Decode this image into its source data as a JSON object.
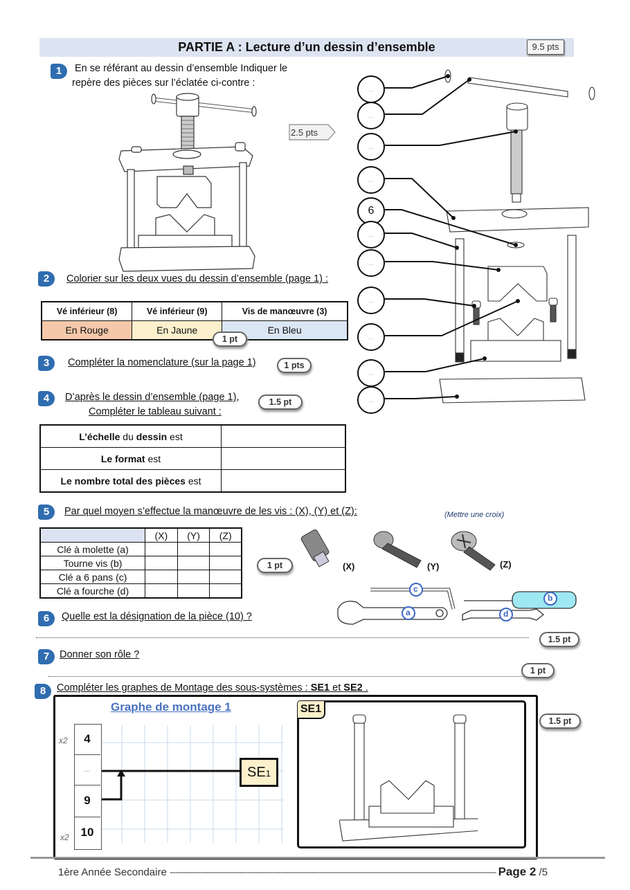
{
  "header": {
    "title": "PARTIE A : Lecture d’un dessin d’ensemble",
    "points": "9.5 pts"
  },
  "q1": {
    "num": "1",
    "text_line1": "En se référant au dessin d’ensemble Indiquer le",
    "text_line2": "repère des pièces sur l’éclatée ci-contre :",
    "points": "2.5 pts",
    "callouts": [
      "...",
      "...",
      "...",
      "...",
      "6",
      "...",
      "...",
      "...",
      "...",
      "...",
      "..."
    ]
  },
  "q2": {
    "num": "2",
    "text": "Colorier sur les deux vues du dessin d’ensemble (page 1) :",
    "points": "1 pt",
    "columns": [
      {
        "header": "Vé inférieur (8)",
        "value": "En Rouge",
        "color": "#f5c8aa"
      },
      {
        "header": "Vé inférieur (9)",
        "value": "En Jaune",
        "color": "#fdf0cc"
      },
      {
        "header": "Vis de manœuvre (3)",
        "value": "En Bleu",
        "color": "#dbe6f4"
      }
    ]
  },
  "q3": {
    "num": "3",
    "text": "Compléter la nomenclature (sur la page 1)",
    "points": "1 pts"
  },
  "q4": {
    "num": "4",
    "text_line1": "D’après le dessin d’ensemble (page 1),",
    "text_line2": "Compléter le tableau suivant :",
    "points": "1.5 pt",
    "rows": [
      {
        "bold": "L’échelle",
        "mid": " du ",
        "bold2": "dessin",
        "rest": " est",
        "value": ""
      },
      {
        "bold": "Le format",
        "mid": "",
        "bold2": "",
        "rest": " est",
        "value": ""
      },
      {
        "bold": "Le nombre total des pièces",
        "mid": "",
        "bold2": "",
        "rest": " est",
        "value": ""
      }
    ]
  },
  "q5": {
    "num": "5",
    "text": "Par quel moyen s’effectue la manœuvre de les vis : (X), (Y) et (Z):",
    "hint": "(Mettre une croix)",
    "points": "1 pt",
    "columns": [
      "(X)",
      "(Y)",
      "(Z)"
    ],
    "rows": [
      "Clé à molette   (a)",
      "Tourne vis   (b)",
      "Clé a 6 pans   (c)",
      "Clé a fourche   (d)"
    ],
    "screws": [
      "(X)",
      "(Y)",
      "(Z)"
    ],
    "tools": [
      "a",
      "b",
      "c",
      "d"
    ]
  },
  "q6": {
    "num": "6",
    "text": "Quelle est la désignation de la pièce (10) ?",
    "points": "1.5 pt"
  },
  "q7": {
    "num": "7",
    "text": "Donner son rôle ?",
    "points": "1 pt"
  },
  "q8": {
    "num": "8",
    "text_pre": "Compléter les graphes de Montage des sous-systèmes : ",
    "se1": "SE1",
    "text_mid": " et ",
    "se2": "SE2",
    "text_post": " .",
    "points": "1.5 pt",
    "graph_title": "Graphe de montage 1",
    "parts": [
      {
        "label": "4",
        "qty": "x2"
      },
      {
        "label": "...",
        "qty": ""
      },
      {
        "label": "9",
        "qty": ""
      },
      {
        "label": "10",
        "qty": "x2"
      }
    ],
    "result_label": "SE",
    "result_sub": "1",
    "image_label": "SE1"
  },
  "footer": {
    "left": "1ère Année Secondaire",
    "page_label": "Page 2",
    "page_total": "/5"
  }
}
